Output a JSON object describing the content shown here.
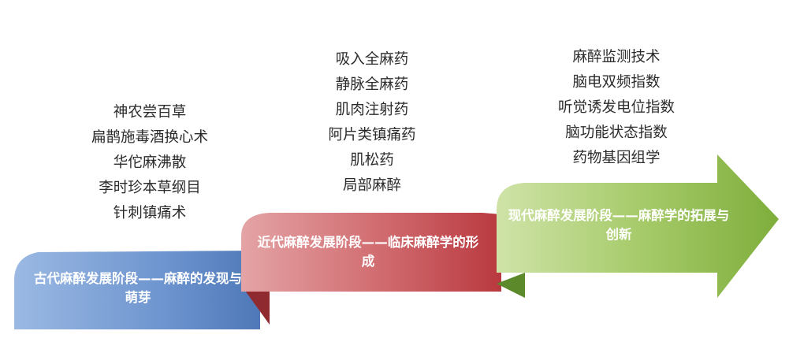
{
  "stages": [
    {
      "title": "古代麻醉发展阶段——麻醉的发现与萌芽",
      "items": [
        "神农尝百草",
        "扁鹊施毒酒换心术",
        "华佗麻沸散",
        "李时珍本草纲目",
        "针刺镇痛术"
      ],
      "color": "#5b86c6"
    },
    {
      "title": "近代麻醉发展阶段——临床麻醉学的形成",
      "items": [
        "吸入全麻药",
        "静脉全麻药",
        "肌肉注射药",
        "阿片类镇痛药",
        "肌松药",
        "局部麻醉"
      ],
      "color": "#c9555a"
    },
    {
      "title": "现代麻醉发展阶段——麻醉学的拓展与创新",
      "items": [
        "麻醉监测技术",
        "脑电双频指数",
        "听觉诱发电位指数",
        "脑功能状态指数",
        "药物基因组学"
      ],
      "color": "#8fb848"
    }
  ]
}
